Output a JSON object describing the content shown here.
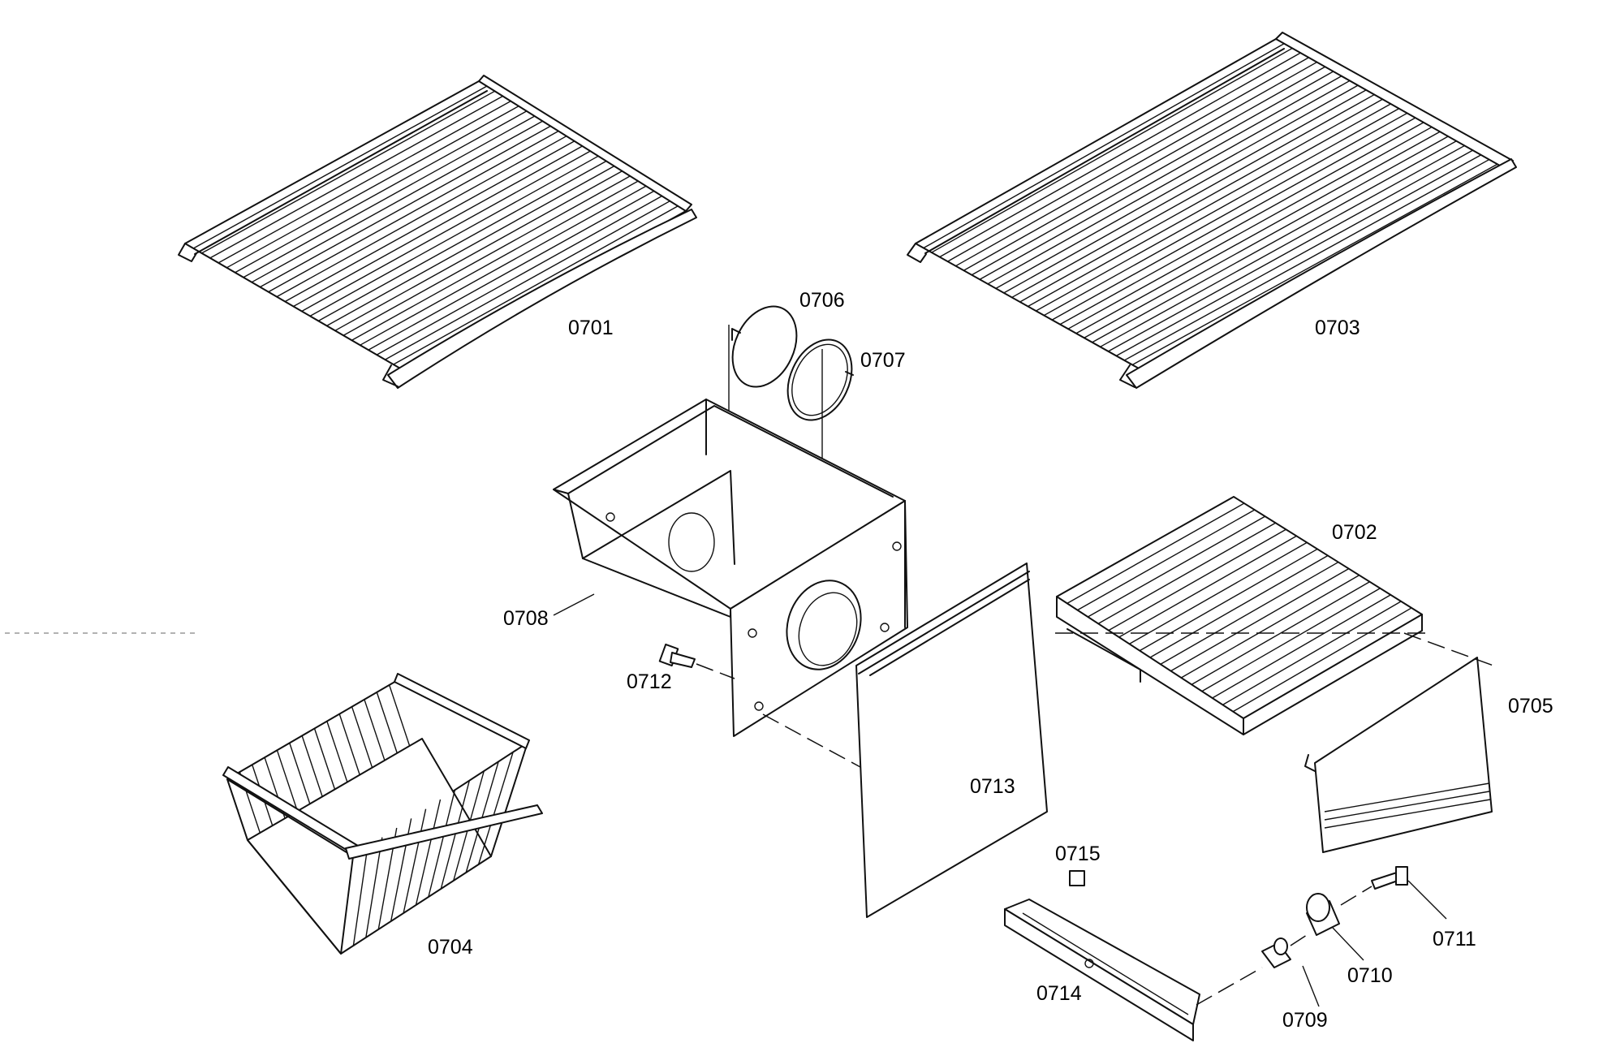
{
  "diagram": {
    "labels": {
      "p0701": "0701",
      "p0702": "0702",
      "p0703": "0703",
      "p0704": "0704",
      "p0705": "0705",
      "p0706": "0706",
      "p0707": "0707",
      "p0708": "0708",
      "p0709": "0709",
      "p0710": "0710",
      "p0711": "0711",
      "p0712": "0712",
      "p0713": "0713",
      "p0714": "0714",
      "p0715": "0715"
    }
  }
}
